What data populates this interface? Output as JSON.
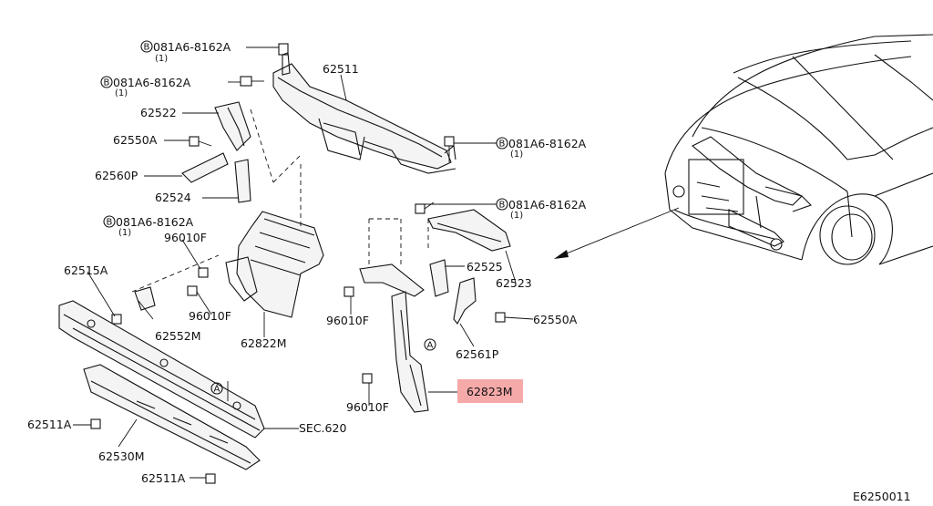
{
  "diagram_id": "E6250011",
  "callouts": {
    "bolt_a": "081A6-8162A",
    "bolt_b": "081A6-8162A",
    "bolt_c": "081A6-8162A",
    "bolt_d": "081A6-8162A",
    "bolt_e": "081A6-8162A",
    "qty": "(1)",
    "b_marker": "B",
    "a_marker": "A"
  },
  "parts": {
    "p62511_top": "62511",
    "p62522": "62522",
    "p62550A_left": "62550A",
    "p62560P": "62560P",
    "p62524": "62524",
    "p96010F_a": "96010F",
    "p62515A": "62515A",
    "p96010F_b": "96010F",
    "p62552M": "62552M",
    "p62822M": "62822M",
    "p96010F_c": "96010F",
    "p62525": "62525",
    "p62523": "62523",
    "p62550A_right": "62550A",
    "p62561P": "62561P",
    "p62823M": "62823M",
    "p96010F_d": "96010F",
    "p62511A_top": "62511A",
    "p62530M": "62530M",
    "p62511A_bottom": "62511A",
    "sec620": "SEC.620"
  },
  "highlight_color": "#f39a9a"
}
